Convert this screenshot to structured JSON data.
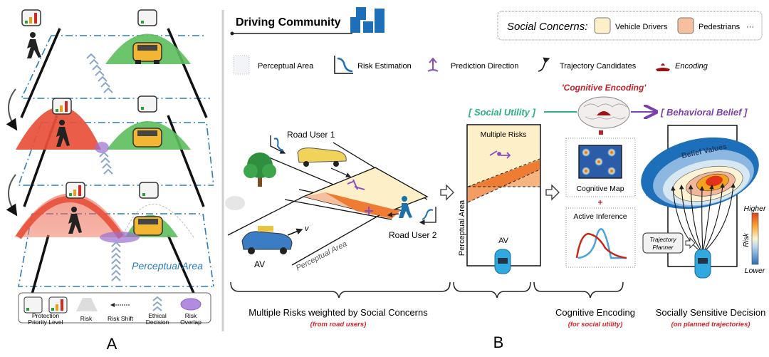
{
  "panel_a": {
    "label": "A",
    "perceptual_area_label": "Perceptual Area",
    "legend": {
      "items": [
        {
          "label_line1": "Protection",
          "label_line2": "Priority Level"
        },
        {
          "label_line1": "Risk",
          "label_line2": ""
        },
        {
          "label_line1": "Risk Shift",
          "label_line2": ""
        },
        {
          "label_line1": "Ethical",
          "label_line2": "Decision"
        },
        {
          "label_line1": "Risk",
          "label_line2": "Overlap"
        }
      ]
    },
    "colors": {
      "pedestrian_risk": "#e8503a",
      "vehicle_risk": "#4caf50",
      "perceptual_line": "#2a7bbf",
      "overlap": "#9b6fcf"
    }
  },
  "panel_b": {
    "label": "B",
    "title": "Driving Community",
    "social_concerns": {
      "title": "Social Concerns:",
      "items": [
        {
          "label": "Vehicle Drivers",
          "color": "#fdf0c8"
        },
        {
          "label": "Pedestrians",
          "color": "#f6c09e"
        }
      ],
      "more": "···"
    },
    "legend": [
      {
        "icon": "perceptual-area-icon",
        "label": "Perceptual Area"
      },
      {
        "icon": "risk-estimation-icon",
        "label": "Risk Estimation"
      },
      {
        "icon": "prediction-direction-icon",
        "label": "Prediction Direction"
      },
      {
        "icon": "trajectory-candidates-icon",
        "label": "Trajectory Candidates"
      },
      {
        "icon": "encoding-icon",
        "label": "Encoding"
      }
    ],
    "scene": {
      "road_user_1": "Road User 1",
      "road_user_2": "Road User 2",
      "av": "AV",
      "velocity": "v",
      "perceptual_area": "Perceptual Area"
    },
    "social_utility": "[ Social Utility ]",
    "cognitive_encoding_title": "'Cognitive Encoding'",
    "behavioral_belief": "[ Behavioral Belief ]",
    "risk_box": {
      "title": "Multiple Risks",
      "side_label": "Perceptual Area",
      "av": "AV"
    },
    "cognitive_map": "Cognitive Map",
    "active_inference": "Active Inference",
    "belief_values": "Belief Values",
    "trajectory_planner_line1": "Trajectory",
    "trajectory_planner_line2": "Planner",
    "colorbar": {
      "title": "Risk",
      "high": "Higher",
      "low": "Lower"
    },
    "braces": [
      {
        "label": "Multiple Risks weighted by Social Concerns",
        "sub": "(from road users)"
      },
      {
        "label": "Cognitive Encoding",
        "sub": "(for social utility)"
      },
      {
        "label": "Socially Sensitive Decision",
        "sub": "(on planned trajectories)"
      }
    ],
    "colors": {
      "social_utility": "#2bb07f",
      "behavioral": "#7b3fb0",
      "encoding_red": "#c0202a",
      "accent_blue": "#1c6fb8"
    }
  }
}
